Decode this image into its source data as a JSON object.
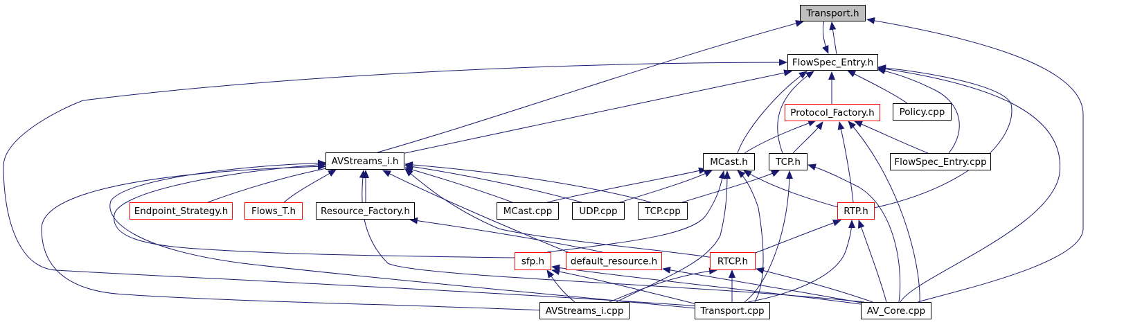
{
  "graph": {
    "edge_color": "#191970",
    "highlight_fill": "#bfbfbf",
    "red_border": "#ff0000",
    "nodes": [
      {
        "id": "transport_h",
        "label": "Transport.h",
        "style": "root"
      },
      {
        "id": "flowspec_entry_h",
        "label": "FlowSpec_Entry.h",
        "style": "normal"
      },
      {
        "id": "protocol_factory_h",
        "label": "Protocol_Factory.h",
        "style": "red"
      },
      {
        "id": "policy_cpp",
        "label": "Policy.cpp",
        "style": "normal"
      },
      {
        "id": "avstreams_i_h",
        "label": "AVStreams_i.h",
        "style": "normal"
      },
      {
        "id": "mcast_h",
        "label": "MCast.h",
        "style": "normal"
      },
      {
        "id": "tcp_h",
        "label": "TCP.h",
        "style": "normal"
      },
      {
        "id": "flowspec_entry_cpp",
        "label": "FlowSpec_Entry.cpp",
        "style": "normal"
      },
      {
        "id": "endpoint_strategy_h",
        "label": "Endpoint_Strategy.h",
        "style": "red"
      },
      {
        "id": "flows_t_h",
        "label": "Flows_T.h",
        "style": "red"
      },
      {
        "id": "resource_factory_h",
        "label": "Resource_Factory.h",
        "style": "normal"
      },
      {
        "id": "mcast_cpp",
        "label": "MCast.cpp",
        "style": "normal"
      },
      {
        "id": "udp_cpp",
        "label": "UDP.cpp",
        "style": "normal"
      },
      {
        "id": "tcp_cpp",
        "label": "TCP.cpp",
        "style": "normal"
      },
      {
        "id": "rtp_h",
        "label": "RTP.h",
        "style": "red"
      },
      {
        "id": "sfp_h",
        "label": "sfp.h",
        "style": "red"
      },
      {
        "id": "default_resource_h",
        "label": "default_resource.h",
        "style": "red"
      },
      {
        "id": "rtcp_h",
        "label": "RTCP.h",
        "style": "red"
      },
      {
        "id": "avstreams_i_cpp",
        "label": "AVStreams_i.cpp",
        "style": "normal"
      },
      {
        "id": "transport_cpp",
        "label": "Transport.cpp",
        "style": "normal"
      },
      {
        "id": "av_core_cpp",
        "label": "AV_Core.cpp",
        "style": "normal"
      }
    ],
    "edges": [
      {
        "from": "flowspec_entry_h",
        "to": "transport_h"
      },
      {
        "from": "transport_h",
        "to": "flowspec_entry_h"
      },
      {
        "from": "avstreams_i_h",
        "to": "transport_h"
      },
      {
        "from": "av_core_cpp",
        "to": "transport_h"
      },
      {
        "from": "protocol_factory_h",
        "to": "flowspec_entry_h"
      },
      {
        "from": "policy_cpp",
        "to": "flowspec_entry_h"
      },
      {
        "from": "avstreams_i_h",
        "to": "flowspec_entry_h"
      },
      {
        "from": "mcast_h",
        "to": "flowspec_entry_h"
      },
      {
        "from": "tcp_h",
        "to": "flowspec_entry_h"
      },
      {
        "from": "flowspec_entry_cpp",
        "to": "flowspec_entry_h"
      },
      {
        "from": "rtp_h",
        "to": "flowspec_entry_h"
      },
      {
        "from": "av_core_cpp",
        "to": "flowspec_entry_h"
      },
      {
        "from": "transport_cpp",
        "to": "flowspec_entry_h"
      },
      {
        "from": "mcast_h",
        "to": "protocol_factory_h"
      },
      {
        "from": "tcp_h",
        "to": "protocol_factory_h"
      },
      {
        "from": "rtp_h",
        "to": "protocol_factory_h"
      },
      {
        "from": "flowspec_entry_cpp",
        "to": "protocol_factory_h"
      },
      {
        "from": "av_core_cpp",
        "to": "protocol_factory_h"
      },
      {
        "from": "endpoint_strategy_h",
        "to": "avstreams_i_h"
      },
      {
        "from": "flows_t_h",
        "to": "avstreams_i_h"
      },
      {
        "from": "resource_factory_h",
        "to": "avstreams_i_h"
      },
      {
        "from": "mcast_cpp",
        "to": "avstreams_i_h"
      },
      {
        "from": "udp_cpp",
        "to": "avstreams_i_h"
      },
      {
        "from": "tcp_cpp",
        "to": "avstreams_i_h"
      },
      {
        "from": "rtcp_h",
        "to": "avstreams_i_h"
      },
      {
        "from": "default_resource_h",
        "to": "avstreams_i_h"
      },
      {
        "from": "sfp_h",
        "to": "avstreams_i_h"
      },
      {
        "from": "avstreams_i_cpp",
        "to": "avstreams_i_h"
      },
      {
        "from": "transport_cpp",
        "to": "avstreams_i_h"
      },
      {
        "from": "mcast_cpp",
        "to": "mcast_h"
      },
      {
        "from": "udp_cpp",
        "to": "mcast_h"
      },
      {
        "from": "rtp_h",
        "to": "mcast_h"
      },
      {
        "from": "sfp_h",
        "to": "mcast_h"
      },
      {
        "from": "avstreams_i_cpp",
        "to": "mcast_h"
      },
      {
        "from": "transport_cpp",
        "to": "mcast_h"
      },
      {
        "from": "tcp_cpp",
        "to": "tcp_h"
      },
      {
        "from": "transport_cpp",
        "to": "tcp_h"
      },
      {
        "from": "av_core_cpp",
        "to": "tcp_h"
      },
      {
        "from": "rtcp_h",
        "to": "rtp_h"
      },
      {
        "from": "av_core_cpp",
        "to": "rtp_h"
      },
      {
        "from": "transport_cpp",
        "to": "rtp_h"
      },
      {
        "from": "default_resource_h",
        "to": "resource_factory_h"
      },
      {
        "from": "avstreams_i_cpp",
        "to": "rtcp_h"
      },
      {
        "from": "transport_cpp",
        "to": "rtcp_h"
      },
      {
        "from": "av_core_cpp",
        "to": "rtcp_h"
      },
      {
        "from": "avstreams_i_cpp",
        "to": "sfp_h"
      },
      {
        "from": "transport_cpp",
        "to": "sfp_h"
      },
      {
        "from": "av_core_cpp",
        "to": "sfp_h"
      },
      {
        "from": "av_core_cpp",
        "to": "default_resource_h"
      },
      {
        "from": "av_core_cpp",
        "to": "avstreams_i_h"
      }
    ]
  }
}
